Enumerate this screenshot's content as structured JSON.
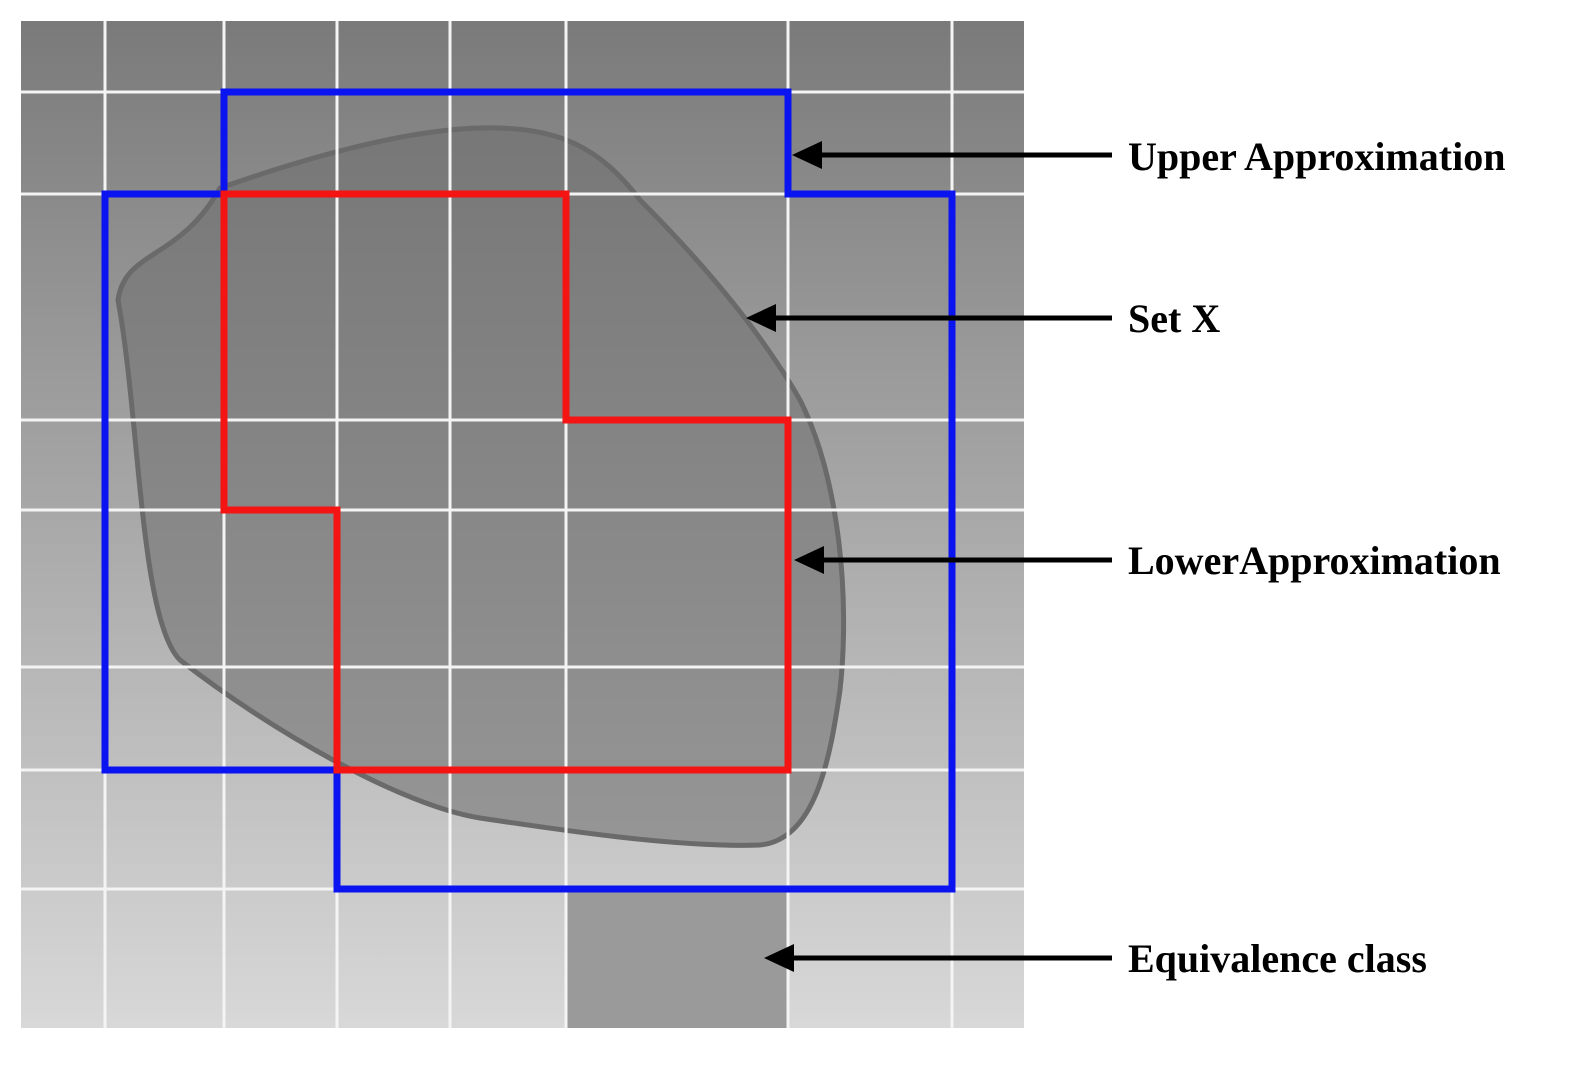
{
  "diagram": {
    "labels": {
      "upper_approximation": "Upper Approximation",
      "set_x": "Set X",
      "lower_approximation": "LowerApproximation",
      "equivalence_class": "Equivalence class"
    },
    "colors": {
      "background": "#ffffff",
      "grid_top": "#7a7a7a",
      "grid_bottom": "#d8d8d8",
      "grid_lines": "#f4f4f4",
      "set_x_fill": "#6e6e6e",
      "set_x_stroke": "#6a6a6a",
      "upper_approximation_stroke": "#0a14f0",
      "lower_approximation_stroke": "#f41414",
      "equivalence_class_fill": "#9a9a9a",
      "arrow": "#000000",
      "label_text": "#000000"
    }
  }
}
